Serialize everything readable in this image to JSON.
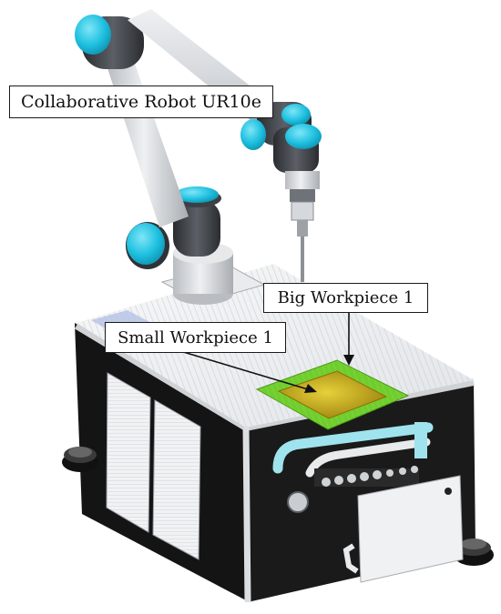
{
  "labels": {
    "robot": "Collaborative Robot UR10e",
    "big_workpiece": "Big Workpiece 1",
    "small_workpiece": "Small Workpiece 1"
  },
  "colors": {
    "robot_arm": "#d9dbde",
    "robot_joint": "#3c3f44",
    "robot_cap": "#1fc0e0",
    "cart_top": "#eef0f2",
    "cart_frame": "#141414",
    "big_workpiece": "#6fcf2a",
    "small_workpiece": "#c8b11a",
    "handle_accent": "#9fe3ee"
  }
}
